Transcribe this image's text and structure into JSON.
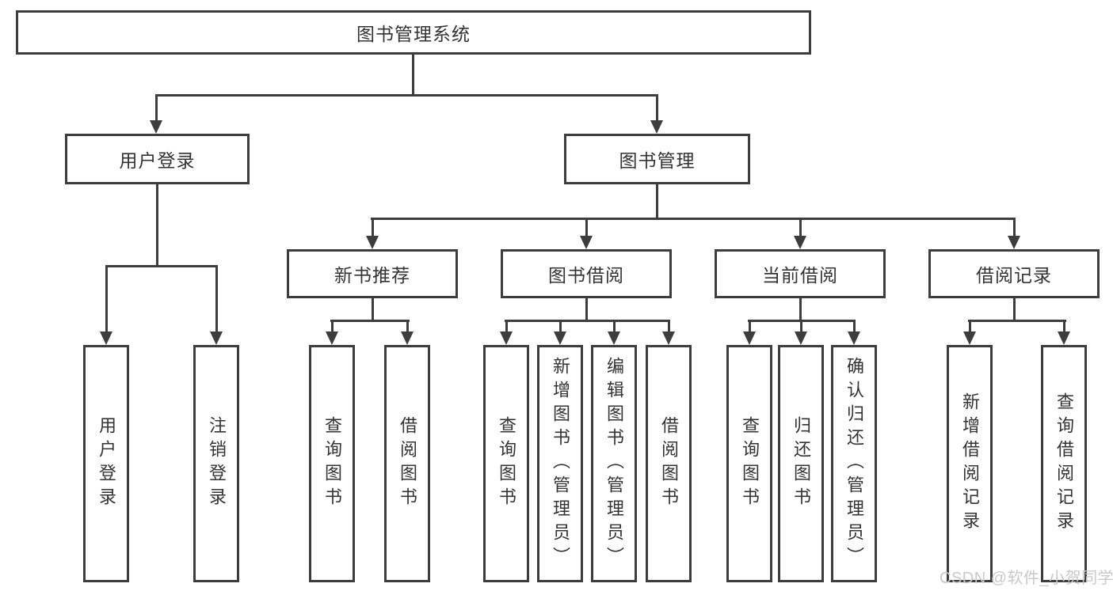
{
  "diagram_type": "hierarchy-tree",
  "colors": {
    "line": "#3d3d3d",
    "text": "#333333",
    "background": "#ffffff",
    "watermark": "#c9c9c9"
  },
  "nodes": {
    "root": "图书管理系统",
    "user_login": "用户登录",
    "book_management": "图书管理",
    "new_book_recommend": "新书推荐",
    "book_borrow": "图书借阅",
    "current_borrow": "当前借阅",
    "borrow_record": "借阅记录",
    "leaf_user_login": "用户登录",
    "leaf_logout": "注销登录",
    "rec_query_book": "查询图书",
    "rec_borrow_book": "借阅图书",
    "bb_query_book": "查询图书",
    "bb_add_book": "新增图书（管理员）",
    "bb_edit_book": "编辑图书（管理员）",
    "bb_borrow_book": "借阅图书",
    "cb_query_book": "查询图书",
    "cb_return_book": "归还图书",
    "cb_confirm_return": "确认归还（管理员）",
    "br_add_record": "新增借阅记录",
    "br_query_record": "查询借阅记录"
  },
  "watermark": {
    "text": "CSDN @软件_小贺同学"
  }
}
